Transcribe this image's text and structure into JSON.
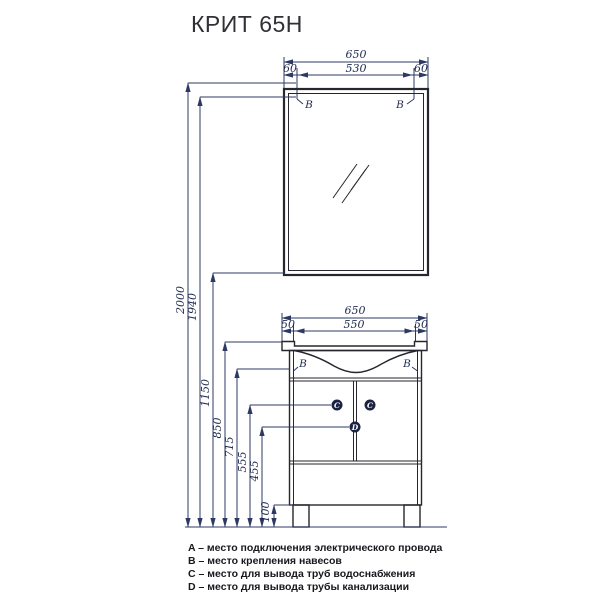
{
  "title": "КРИТ 65Н",
  "mirror": {
    "dim_total": "650",
    "dim_left": "60",
    "dim_center": "530",
    "dim_right": "60",
    "mount_left": "B",
    "mount_right": "B"
  },
  "cabinet": {
    "dim_total": "650",
    "dim_left": "50",
    "dim_center": "550",
    "dim_right": "50",
    "mount_left": "B",
    "mount_right": "B",
    "water_left": "C",
    "water_right": "C",
    "drain": "D"
  },
  "heights": {
    "mirror_top": "2000",
    "mirror_mount": "1940",
    "mirror_bottom": "1150",
    "sink_top": "850",
    "cabinet_mount": "715",
    "water_supply": "555",
    "drain_outlet": "455",
    "legs": "100"
  },
  "legend": {
    "items": [
      {
        "key": "A",
        "text": "– место подключения электрического провода"
      },
      {
        "key": "B",
        "text": "– место крепления навесов"
      },
      {
        "key": "C",
        "text": "– место для вывода труб водоснабжения"
      },
      {
        "key": "D",
        "text": "– место для вывода трубы канализации"
      }
    ]
  },
  "colors": {
    "outline": "#26262e",
    "dimension": "#2e3963",
    "marker_fill": "#1b2342",
    "text": "#17181d"
  }
}
